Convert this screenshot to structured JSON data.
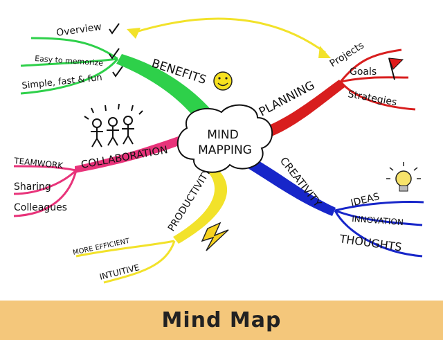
{
  "center": {
    "line1": "MIND",
    "line2": "MAPPING"
  },
  "branches": {
    "benefits": {
      "label": "BENEFITS",
      "color": "#2ed04a",
      "leaves": [
        "Overview",
        "Easy to memorize",
        "Simple, fast & fun"
      ]
    },
    "planning": {
      "label": "PLANNING",
      "color": "#d81e1e",
      "leaves": [
        "Projects",
        "Goals",
        "Strategies"
      ]
    },
    "collaboration": {
      "label": "COLLABORATION",
      "color": "#e8337a",
      "leaves": [
        "TEAMWORK",
        "Sharing",
        "Colleagues"
      ]
    },
    "creativity": {
      "label": "CREATIVITY",
      "color": "#1726c9",
      "leaves": [
        "IDEAS",
        "INNOVATION",
        "THOUGHTS"
      ]
    },
    "productivity": {
      "label": "PRODUCTIVITY",
      "color": "#f2e22a",
      "leaves": [
        "MORE EFFICIENT",
        "INTUITIVE"
      ]
    }
  },
  "icons": [
    "smiley-icon",
    "flag-icon",
    "stick-figures-icon",
    "lightbulb-icon",
    "lightning-icon"
  ],
  "caption": "Mind Map",
  "caption_bg": "#f4c77b"
}
